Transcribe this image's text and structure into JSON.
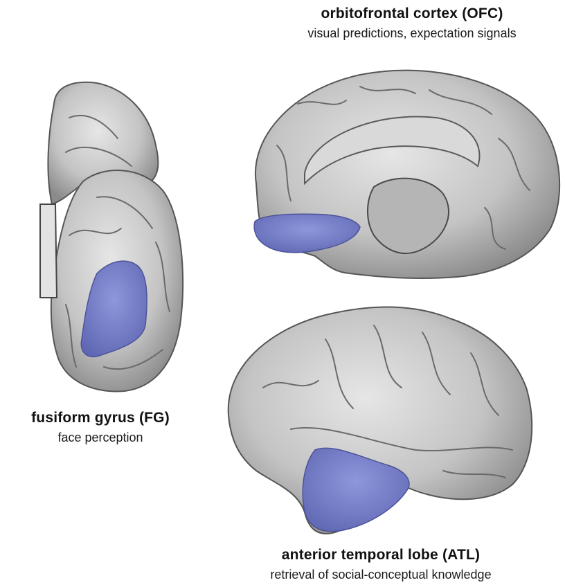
{
  "highlight_color": "#7d86cc",
  "brain_color": "#c9c9c9",
  "regions": {
    "ofc": {
      "title": "orbitofrontal cortex (OFC)",
      "description": "visual predictions, expectation signals"
    },
    "fg": {
      "title": "fusiform gyrus (FG)",
      "description": "face perception"
    },
    "atl": {
      "title": "anterior temporal lobe (ATL)",
      "description": "retrieval of social-conceptual knowledge"
    }
  }
}
